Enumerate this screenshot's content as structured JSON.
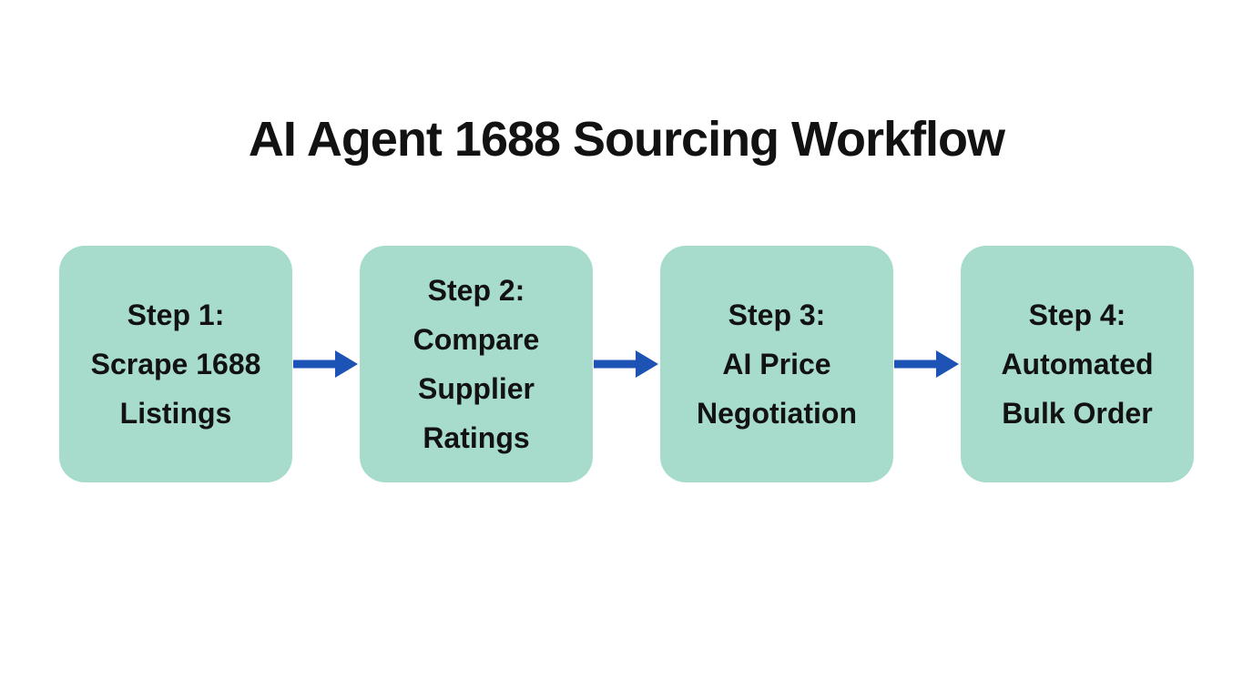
{
  "title": "AI Agent 1688 Sourcing Workflow",
  "steps": [
    {
      "text": "Step 1:\nScrape 1688\nListings"
    },
    {
      "text": "Step 2:\nCompare\nSupplier\nRatings"
    },
    {
      "text": "Step 3:\nAI Price\nNegotiation"
    },
    {
      "text": "Step 4:\nAutomated\nBulk Order"
    }
  ],
  "colors": {
    "box-fill": "#a7dccd",
    "arrow-blue": "#1c53b4",
    "text-dark": "#121212",
    "background": "#ffffff"
  }
}
